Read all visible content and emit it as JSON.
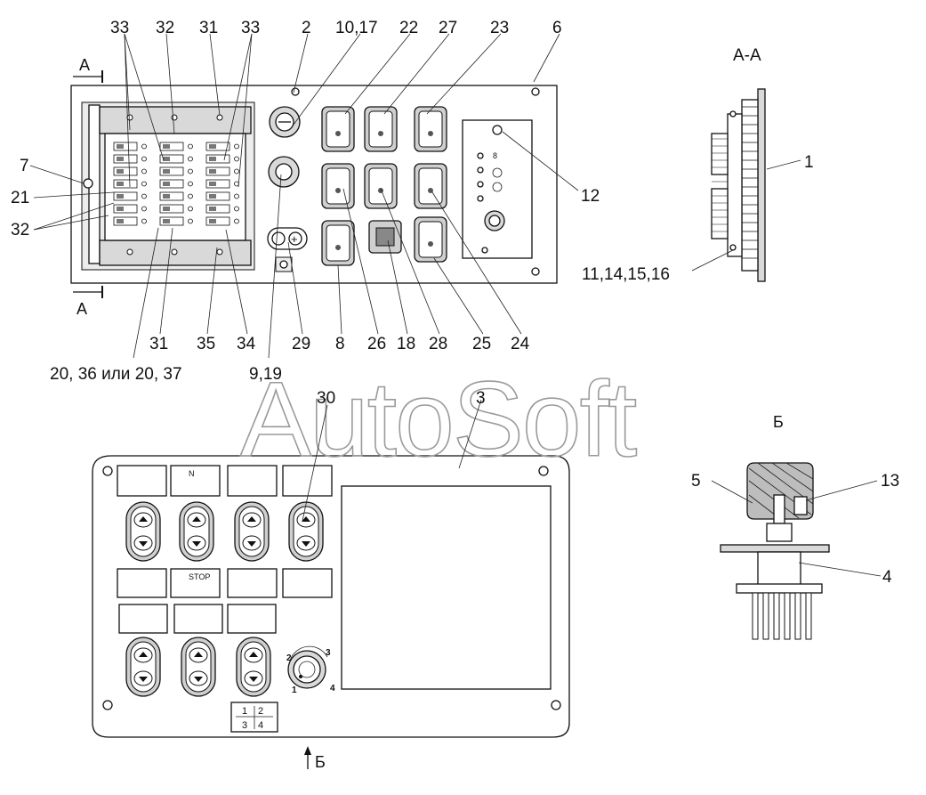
{
  "watermark": "AutoSoft",
  "section_labels": {
    "aa": "A-A",
    "a_top": "A",
    "a_bottom": "A",
    "b_title": "Б",
    "b_arrow": "Б"
  },
  "callouts": {
    "c33a": "33",
    "c32a": "32",
    "c31a": "31",
    "c33b": "33",
    "c2": "2",
    "c1017": "10,17",
    "c22": "22",
    "c27": "27",
    "c23": "23",
    "c6": "6",
    "c7": "7",
    "c21": "21",
    "c32b": "32",
    "c12": "12",
    "c1": "1",
    "c11": "11,14,15,16",
    "c31b": "31",
    "c35": "35",
    "c34": "34",
    "c29": "29",
    "c8": "8",
    "c26": "26",
    "c18": "18",
    "c28": "28",
    "c25": "25",
    "c24": "24",
    "c20": "20, 36 или 20, 37",
    "c919": "9,19",
    "c30": "30",
    "c3": "3",
    "c5": "5",
    "c13": "13",
    "c4": "4"
  },
  "panel_labels": {
    "stop": "STOP",
    "n": "N",
    "mode_grid": [
      "1",
      "2",
      "3",
      "4"
    ]
  },
  "icons": [
    "fuse-block-icon",
    "switch-icon",
    "key-switch-icon",
    "dial-icon",
    "mode-selector-icon"
  ]
}
